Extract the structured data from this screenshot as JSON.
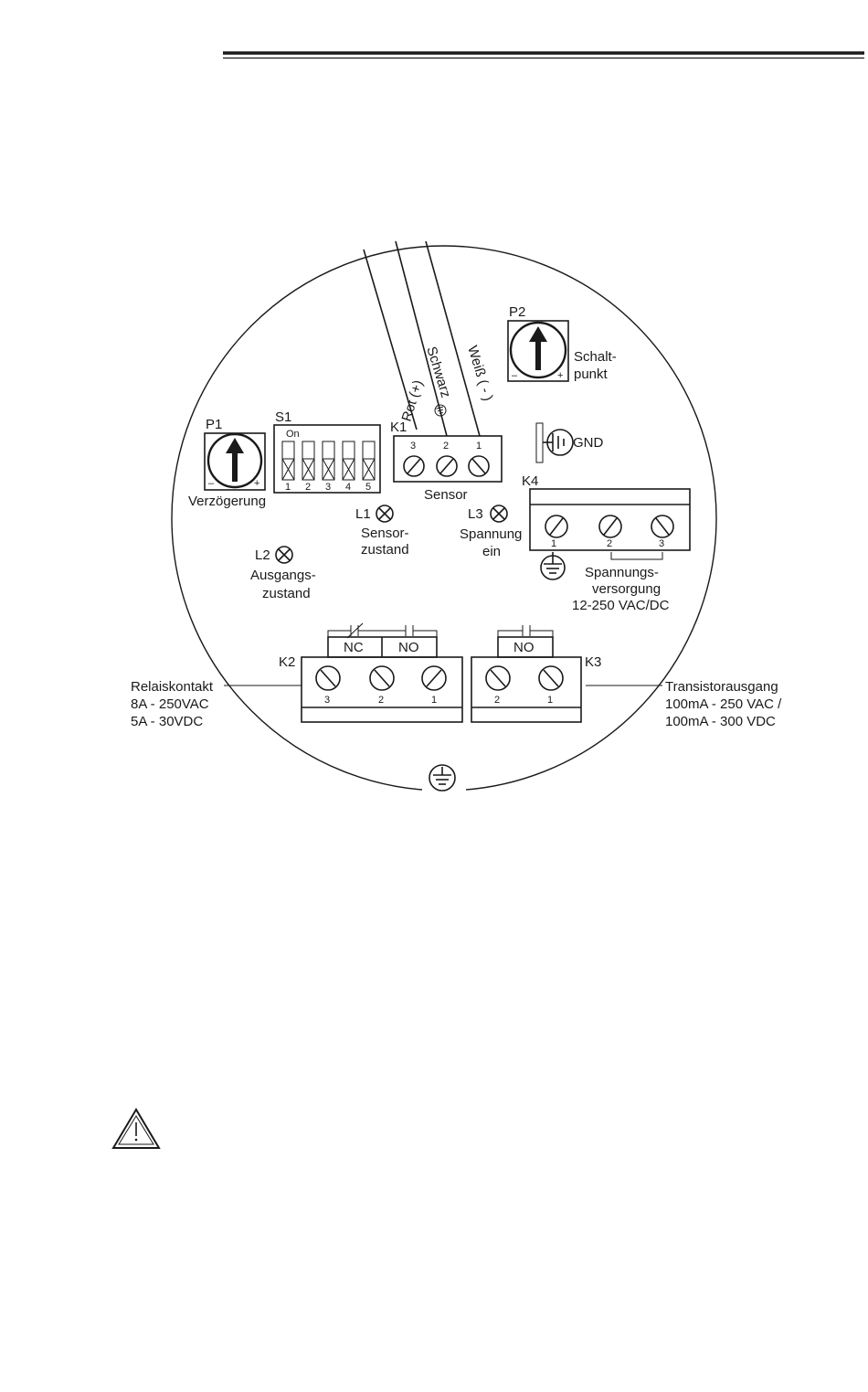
{
  "diagram": {
    "potentiometers": {
      "p1": {
        "label": "P1",
        "caption": "Verzögerung",
        "minus": "–",
        "plus": "+"
      },
      "p2": {
        "label": "P2",
        "caption_line1": "Schalt-",
        "caption_line2": "punkt",
        "minus": "–",
        "plus": "+"
      }
    },
    "switch_s1": {
      "label": "S1",
      "on_label": "On",
      "positions": [
        "1",
        "2",
        "3",
        "4",
        "5"
      ]
    },
    "sensor_wires": {
      "red": "Rot (+)",
      "black": "Schwarz",
      "white": "Weiß ( - )"
    },
    "terminal_k1": {
      "label": "K1",
      "caption": "Sensor",
      "pins": [
        "3",
        "2",
        "1"
      ]
    },
    "gnd_label": "GND",
    "terminal_k4": {
      "label": "K4",
      "pins": [
        "1",
        "2",
        "3"
      ],
      "caption_line1": "Spannungs-",
      "caption_line2": "versorgung",
      "caption_line3": "12-250 VAC/DC"
    },
    "leds": {
      "l1": {
        "label": "L1",
        "caption_line1": "Sensor-",
        "caption_line2": "zustand"
      },
      "l2": {
        "label": "L2",
        "caption_line1": "Ausgangs-",
        "caption_line2": "zustand"
      },
      "l3": {
        "label": "L3",
        "caption_line1": "Spannung",
        "caption_line2": "ein"
      }
    },
    "terminal_k2": {
      "label": "K2",
      "nc": "NC",
      "no": "NO",
      "pins": [
        "3",
        "2",
        "1"
      ],
      "desc_line1": "Relaiskontakt",
      "desc_line2": "8A - 250VAC",
      "desc_line3": "5A - 30VDC"
    },
    "terminal_k3": {
      "label": "K3",
      "no": "NO",
      "pins": [
        "2",
        "1"
      ],
      "desc_line1": "Transistorausgang",
      "desc_line2": "100mA - 250 VAC /",
      "desc_line3": "100mA - 300 VDC"
    }
  }
}
